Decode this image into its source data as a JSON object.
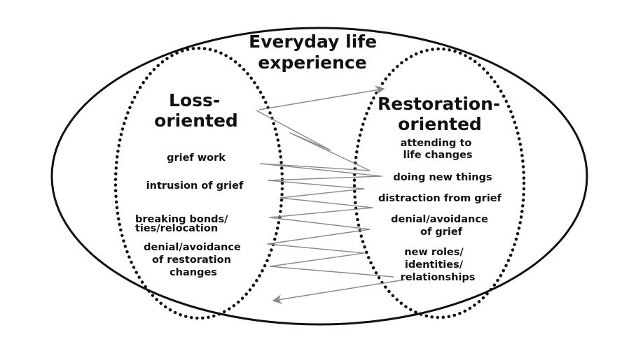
{
  "outer_title": [
    "Everyday life",
    "experience"
  ],
  "loss": {
    "title": [
      "Loss-",
      "oriented"
    ],
    "items": [
      [
        "grief work"
      ],
      [
        "intrusion of grief"
      ],
      [
        "breaking bonds/",
        "ties/relocation"
      ],
      [
        "denial/avoidance",
        "of restoration",
        "changes"
      ]
    ]
  },
  "restoration": {
    "title": [
      "Restoration-",
      "oriented"
    ],
    "items": [
      [
        "attending to",
        "life changes"
      ],
      [
        "doing new things"
      ],
      [
        "distraction from grief"
      ],
      [
        "denial/avoidance",
        "of grief"
      ],
      [
        "new roles/",
        "identities/",
        "relationships"
      ]
    ]
  },
  "colors": {
    "ink": "#111111",
    "arrow": "#8a8a8a",
    "background": "#ffffff"
  }
}
